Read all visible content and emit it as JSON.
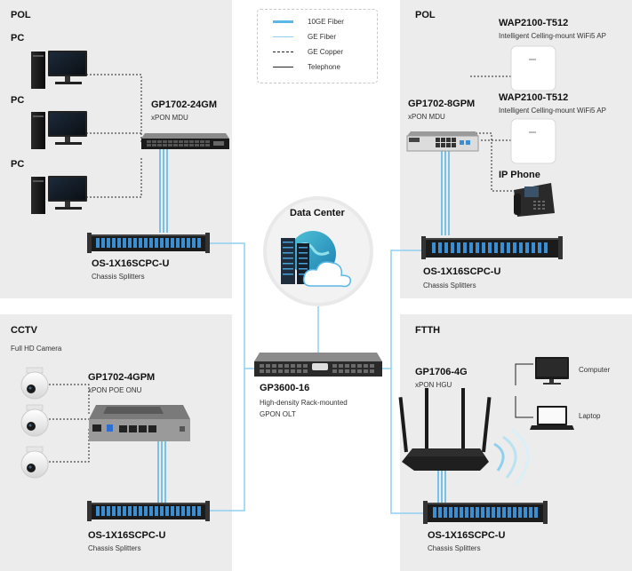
{
  "legend": {
    "items": [
      {
        "label": "10GE Fiber",
        "style": "10ge"
      },
      {
        "label": "GE Fiber",
        "style": "ge"
      },
      {
        "label": "GE Copper",
        "style": "copper"
      },
      {
        "label": "Telephone",
        "style": "phone"
      }
    ]
  },
  "colors": {
    "fiber_10ge": "#5bb8e6",
    "fiber_ge": "#8fd0ef",
    "panel": "#ececec"
  },
  "pol_left": {
    "title": "POL",
    "pc_labels": [
      "PC",
      "PC",
      "PC"
    ],
    "switch_name": "GP1702-24GM",
    "switch_sub": "xPON MDU",
    "splitter_name": "OS-1X16SCPC-U",
    "splitter_sub": "Chassis  Splitters"
  },
  "pol_right": {
    "title": "POL",
    "ap1_name": "WAP2100-T512",
    "ap1_sub": "Intelligent Celling-mount WiFi5 AP",
    "ap2_name": "WAP2100-T512",
    "ap2_sub": "Intelligent Celling-mount WiFi5 AP",
    "switch_name": "GP1702-8GPM",
    "switch_sub": "xPON MDU",
    "phone_label": "IP Phone",
    "splitter_name": "OS-1X16SCPC-U",
    "splitter_sub": "Chassis  Splitters"
  },
  "center": {
    "dc_label": "Data Center",
    "olt_name": "GP3600-16",
    "olt_sub1": "High-density Rack-mounted",
    "olt_sub2": "GPON OLT"
  },
  "cctv": {
    "title": "CCTV",
    "camera_label": "Full HD Camera",
    "onu_name": "GP1702-4GPM",
    "onu_sub": "xPON POE ONU",
    "splitter_name": "OS-1X16SCPC-U",
    "splitter_sub": "Chassis  Splitters"
  },
  "ftth": {
    "title": "FTTH",
    "hgu_name": "GP1706-4G",
    "hgu_sub": "xPON HGU",
    "computer_label": "Computer",
    "laptop_label": "Laptop",
    "splitter_name": "OS-1X16SCPC-U",
    "splitter_sub": "Chassis  Splitters"
  }
}
